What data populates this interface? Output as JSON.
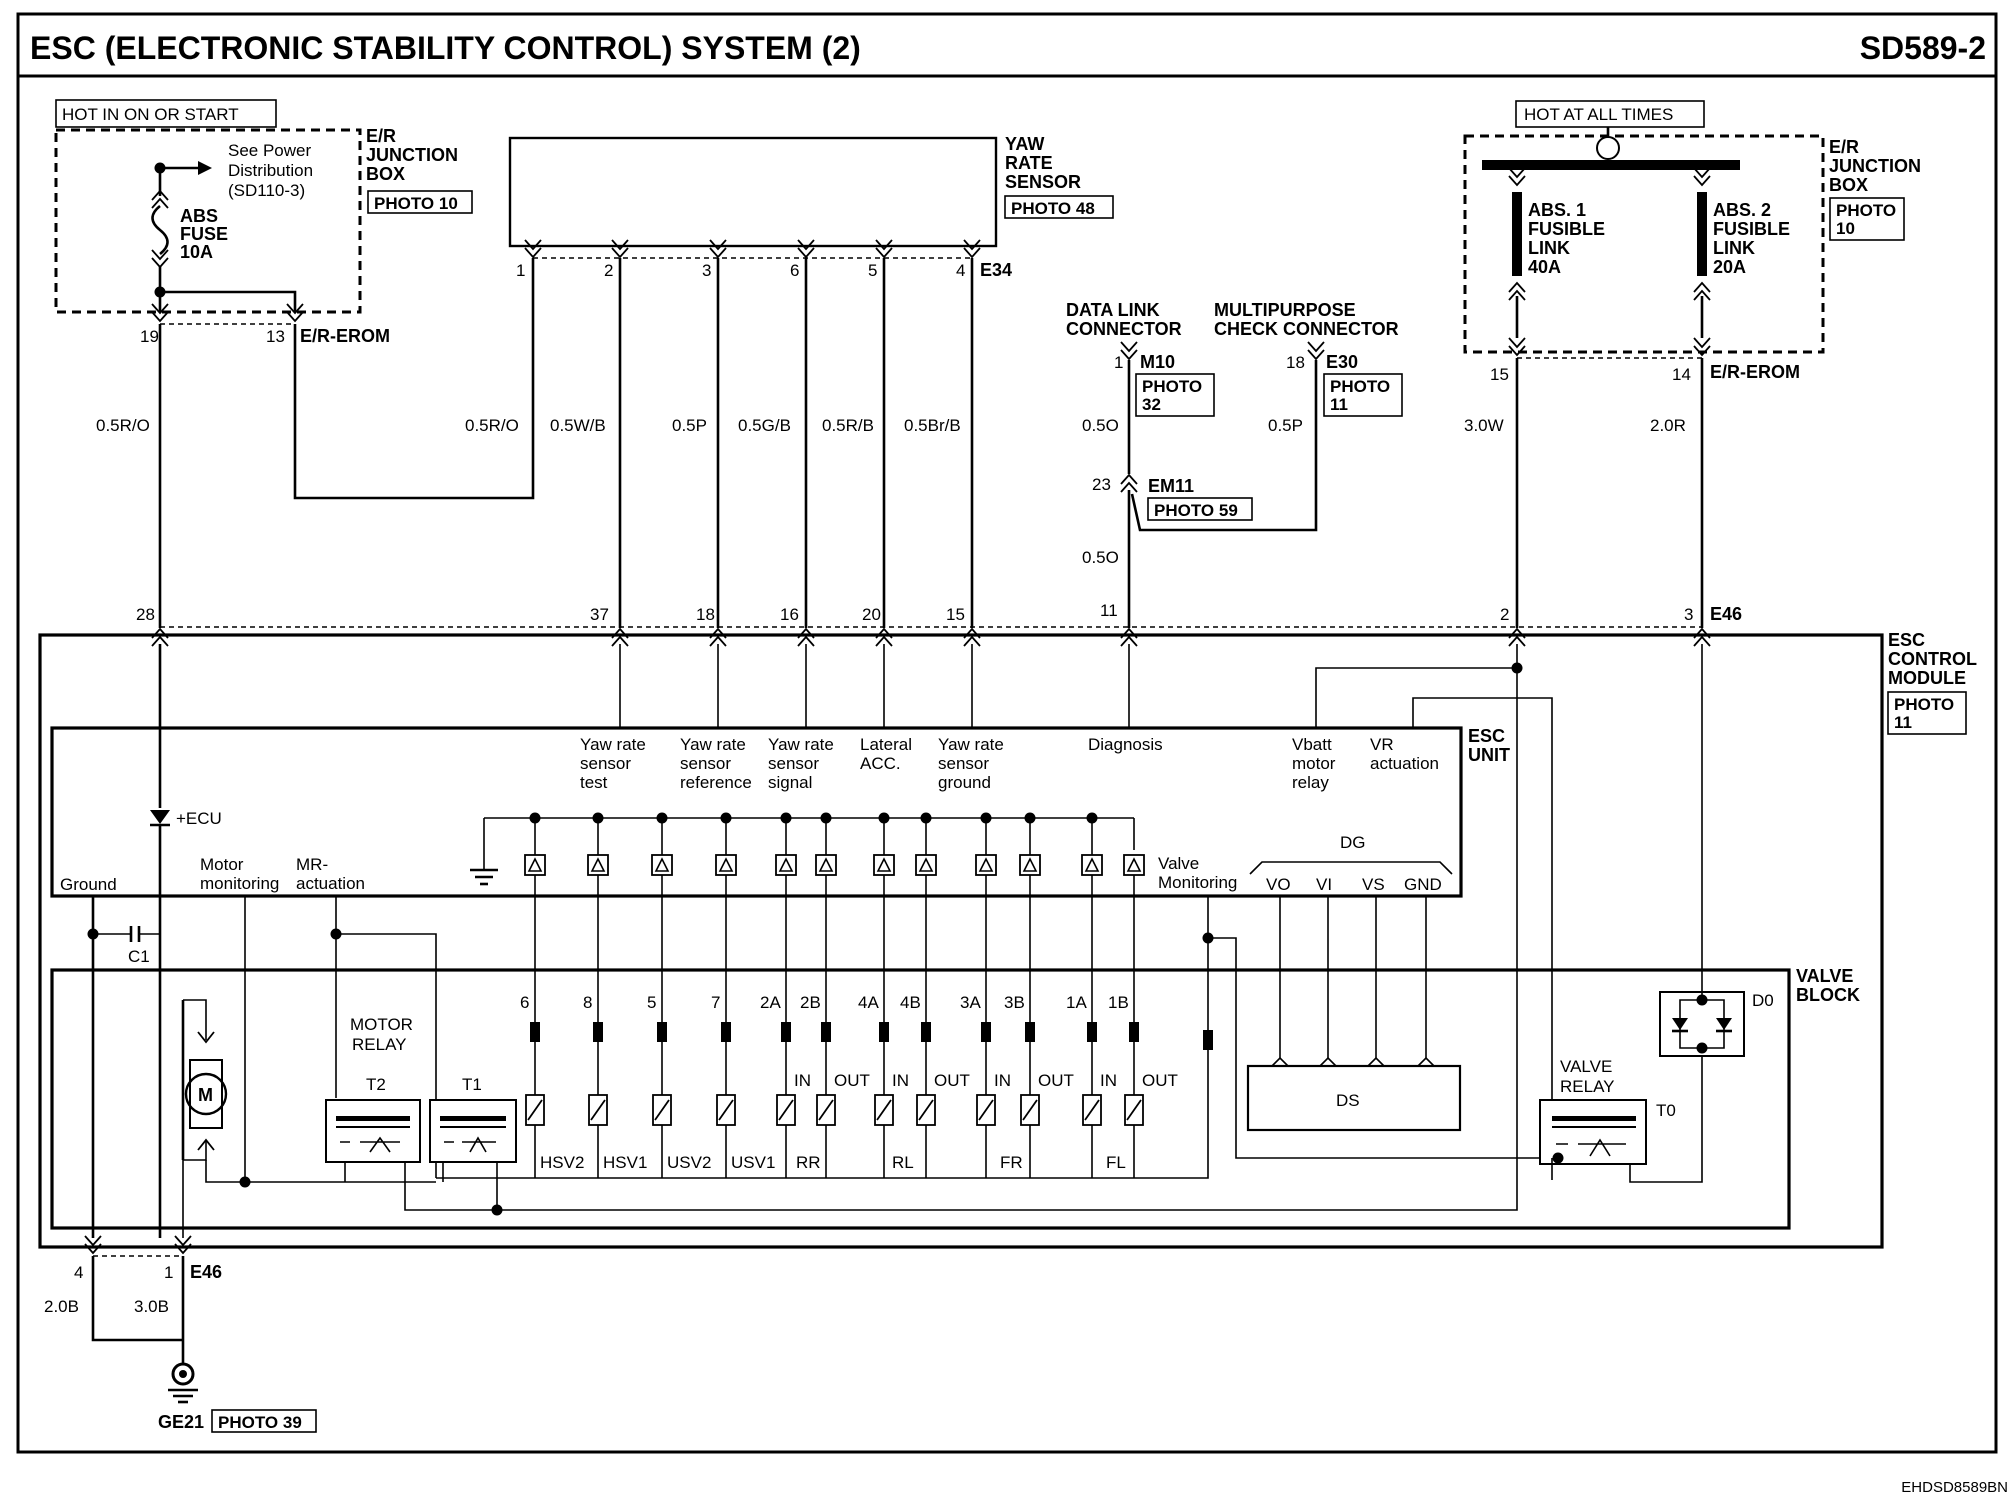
{
  "header": {
    "title": "ESC (ELECTRONIC STABILITY CONTROL) SYSTEM (2)",
    "code": "SD589-2",
    "footer": "EHDSD8589BN"
  },
  "left_box": {
    "hot": "HOT IN ON OR START",
    "see1": "See Power",
    "see2": "Distribution",
    "see3": "(SD110-3)",
    "fuse1": "ABS",
    "fuse2": "FUSE",
    "fuse3": "10A",
    "jb1": "E/R",
    "jb2": "JUNCTION",
    "jb3": "BOX",
    "photo": "PHOTO 10",
    "pin19": "19",
    "pin13": "13",
    "conn": "E/R-EROM",
    "wire19": "0.5R/O"
  },
  "yaw": {
    "l1": "YAW",
    "l2": "RATE",
    "l3": "SENSOR",
    "photo": "PHOTO 48",
    "conn": "E34",
    "pins": [
      "1",
      "2",
      "3",
      "6",
      "5",
      "4"
    ],
    "wires": [
      "0.5R/O",
      "0.5W/B",
      "0.5P",
      "0.5G/B",
      "0.5R/B",
      "0.5Br/B"
    ]
  },
  "dlc": {
    "l1": "DATA LINK",
    "l2": "CONNECTOR",
    "pin": "1",
    "conn": "M10",
    "photo1": "PHOTO",
    "photo2": "32",
    "wire": "0.5O",
    "em_pin": "23",
    "em": "EM11",
    "em_photo": "PHOTO 59",
    "wire2": "0.5O"
  },
  "mcc": {
    "l1": "MULTIPURPOSE",
    "l2": "CHECK CONNECTOR",
    "pin": "18",
    "conn": "E30",
    "photo1": "PHOTO",
    "photo2": "11",
    "wire": "0.5P"
  },
  "right_box": {
    "hot": "HOT AT ALL TIMES",
    "l1a": "ABS. 1",
    "l1b": "FUSIBLE",
    "l1c": "LINK",
    "l1d": "40A",
    "l2a": "ABS. 2",
    "l2b": "FUSIBLE",
    "l2c": "LINK",
    "l2d": "20A",
    "jb1": "E/R",
    "jb2": "JUNCTION",
    "jb3": "BOX",
    "photo1": "PHOTO",
    "photo2": "10",
    "pin15": "15",
    "pin14": "14",
    "conn": "E/R-EROM",
    "wire15": "3.0W",
    "wire14": "2.0R"
  },
  "esc_pins": {
    "p28": "28",
    "p37": "37",
    "p18": "18",
    "p16": "16",
    "p20": "20",
    "p15": "15",
    "p11": "11",
    "p2": "2",
    "p3": "3",
    "conn": "E46"
  },
  "module": {
    "l1": "ESC",
    "l2": "CONTROL",
    "l3": "MODULE",
    "photo1": "PHOTO",
    "photo2": "11",
    "unit1": "ESC",
    "unit2": "UNIT"
  },
  "unit_labels": {
    "yt1": "Yaw rate",
    "yt2": "sensor",
    "yt3": "test",
    "yr1": "Yaw rate",
    "yr2": "sensor",
    "yr3": "reference",
    "ys1": "Yaw rate",
    "ys2": "sensor",
    "ys3": "signal",
    "la1": "Lateral",
    "la2": "ACC.",
    "yg1": "Yaw rate",
    "yg2": "sensor",
    "yg3": "ground",
    "diag": "Diagnosis",
    "vb1": "Vbatt",
    "vb2": "motor",
    "vb3": "relay",
    "vr1": "VR",
    "vr2": "actuation",
    "ecu": "+ECU",
    "ground": "Ground",
    "mm1": "Motor",
    "mm2": "monitoring",
    "mr1": "MR-",
    "mr2": "actuation",
    "vm1": "Valve",
    "vm2": "Monitoring",
    "dg": "DG",
    "vo": "VO",
    "vi": "VI",
    "vs": "VS",
    "gnd": "GND",
    "c1": "C1"
  },
  "valve_block": {
    "l1": "VALVE",
    "l2": "BLOCK",
    "mr1": "MOTOR",
    "mr2": "RELAY",
    "t2": "T2",
    "t1": "T1",
    "m": "M",
    "ds": "DS",
    "vr1": "VALVE",
    "vr2": "RELAY",
    "t0": "T0",
    "d0": "D0",
    "nums": [
      "6",
      "8",
      "5",
      "7",
      "2A",
      "2B",
      "4A",
      "4B",
      "3A",
      "3B",
      "1A",
      "1B"
    ],
    "io": [
      "IN",
      "OUT",
      "IN",
      "OUT",
      "IN",
      "OUT",
      "IN",
      "OUT"
    ],
    "names": [
      "HSV2",
      "HSV1",
      "USV2",
      "USV1",
      "RR",
      "RL",
      "FR",
      "FL"
    ]
  },
  "ground": {
    "pin4": "4",
    "pin1": "1",
    "conn": "E46",
    "w4": "2.0B",
    "w1": "3.0B",
    "g": "GE21",
    "photo": "PHOTO 39"
  }
}
